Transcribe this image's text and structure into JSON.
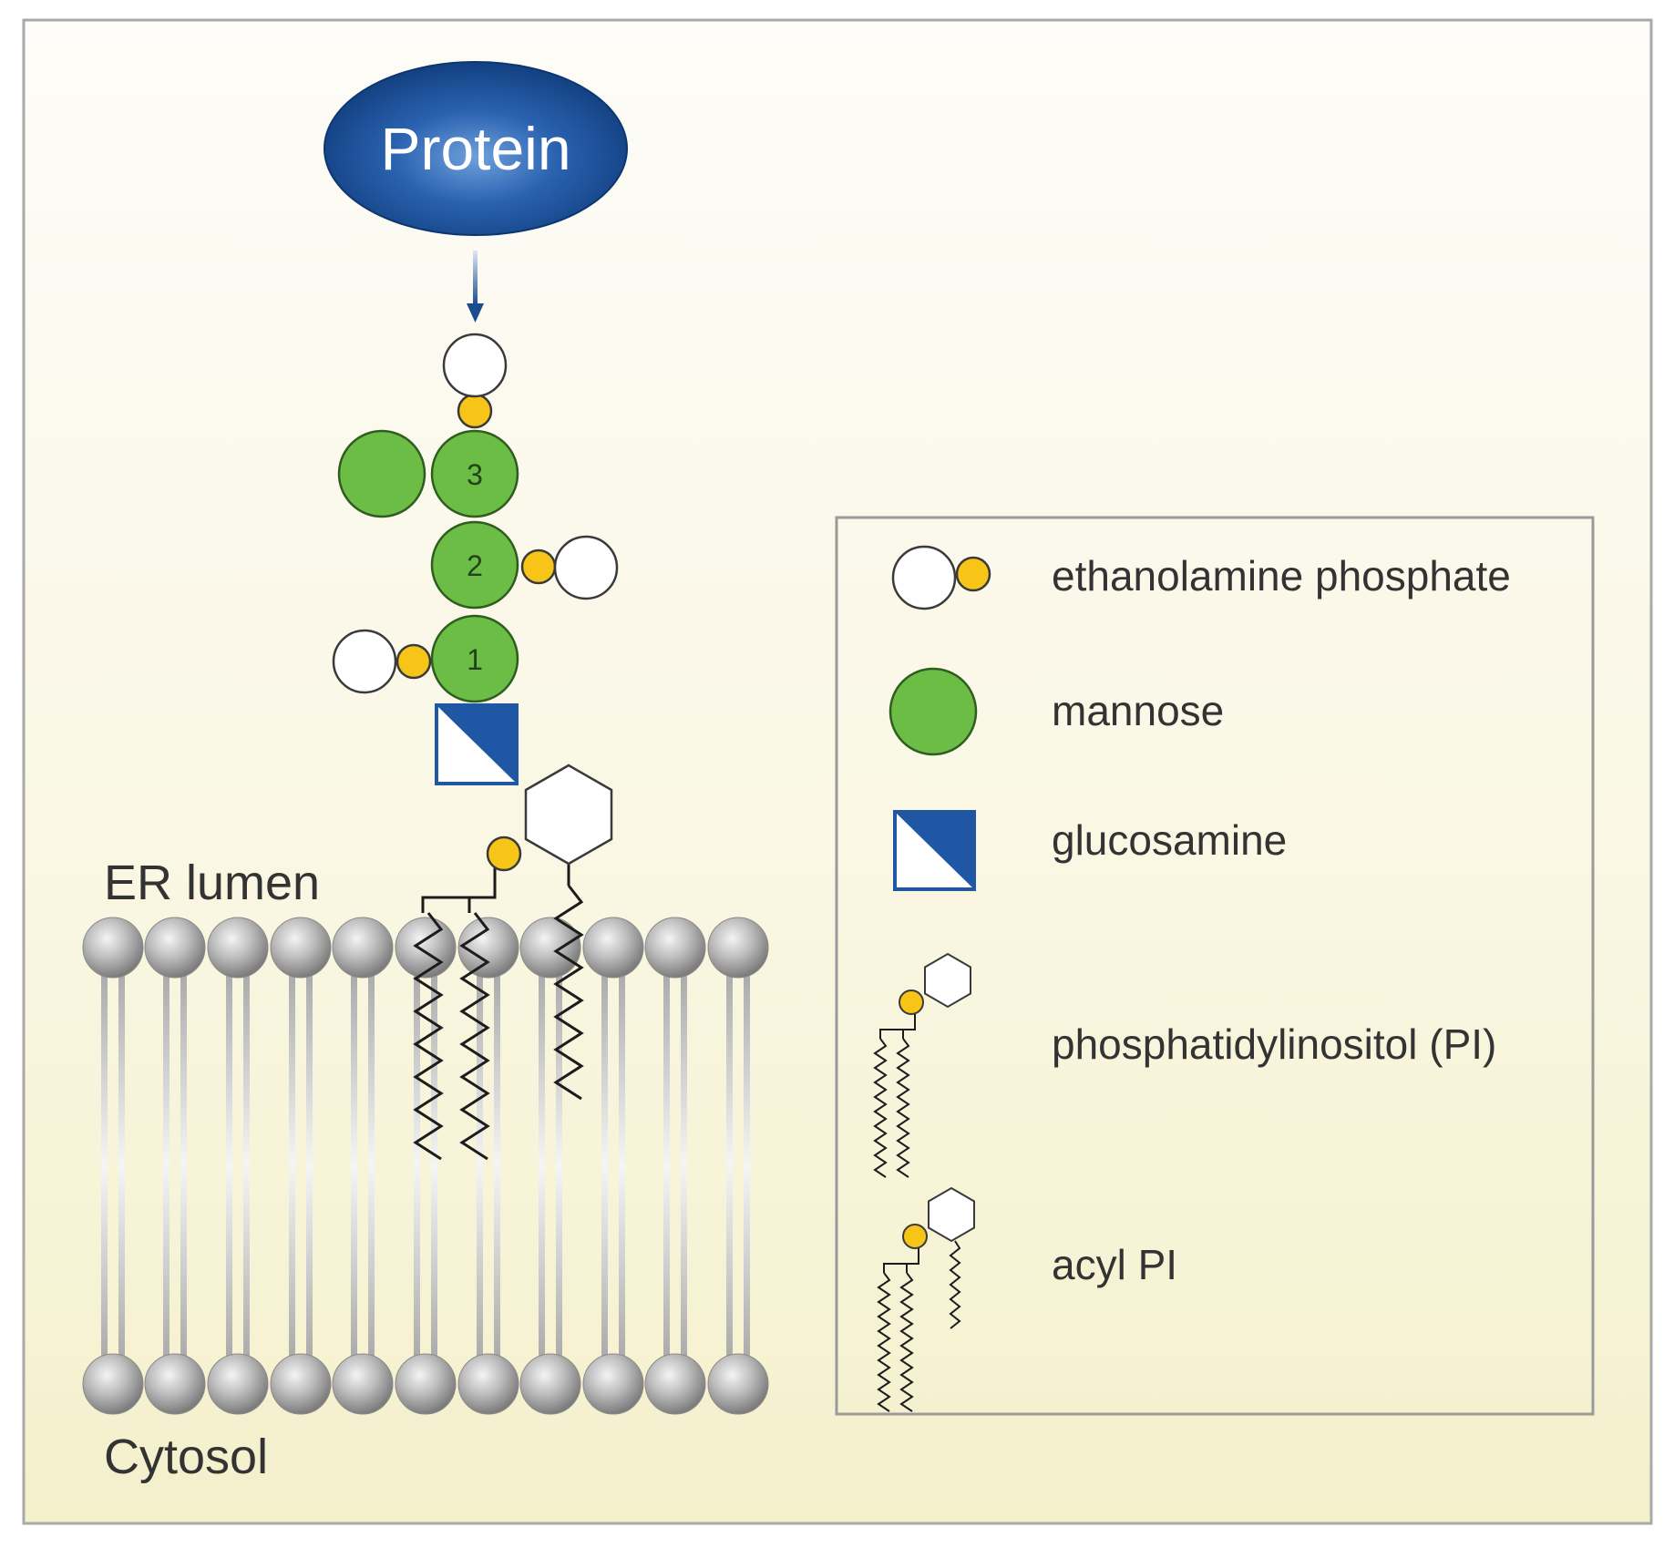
{
  "protein": {
    "label": "Protein"
  },
  "mannose_numbers": [
    "3",
    "2",
    "1"
  ],
  "regions": {
    "er_lumen": "ER lumen",
    "cytosol": "Cytosol"
  },
  "legend": {
    "items": [
      {
        "icon": "ethanolamine-phosphate-icon",
        "label": "ethanolamine phosphate"
      },
      {
        "icon": "mannose-icon",
        "label": "mannose"
      },
      {
        "icon": "glucosamine-icon",
        "label": "glucosamine"
      },
      {
        "icon": "phosphatidylinositol-icon",
        "label": "phosphatidylinositol (PI)"
      },
      {
        "icon": "acyl-pi-icon",
        "label": "acyl PI"
      }
    ]
  },
  "colors": {
    "protein": "#1a4c8e",
    "mannose": "#6cbd45",
    "phosphate": "#f7c518",
    "glucosamine": "#1f57a4",
    "background_top": "#fdfcf7",
    "background_bottom": "#f5f1cf"
  }
}
